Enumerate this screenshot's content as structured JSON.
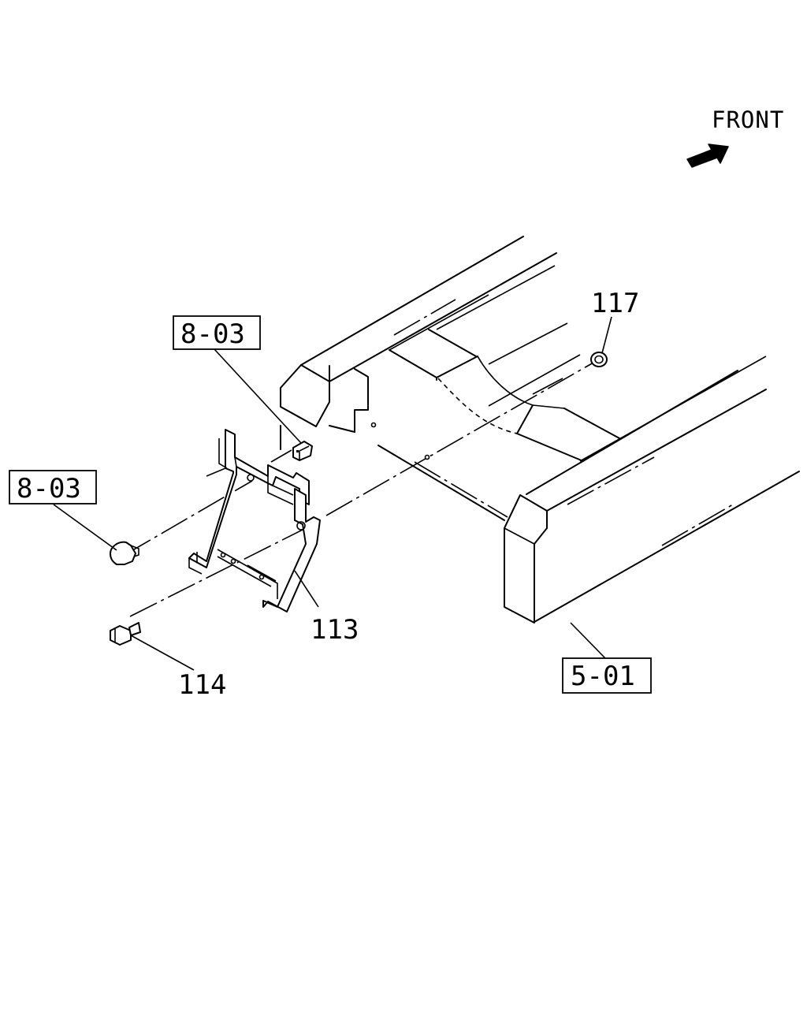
{
  "direction_label": "FRONT",
  "callouts": {
    "ref_8_03_upper": "8-03",
    "ref_8_03_left": "8-03",
    "ref_5_01": "5-01",
    "part_117": "117",
    "part_113": "113",
    "part_114": "114"
  },
  "icons": {
    "front_arrow": "front-arrow-icon"
  },
  "colors": {
    "ink": "#000000",
    "paper": "#ffffff"
  }
}
